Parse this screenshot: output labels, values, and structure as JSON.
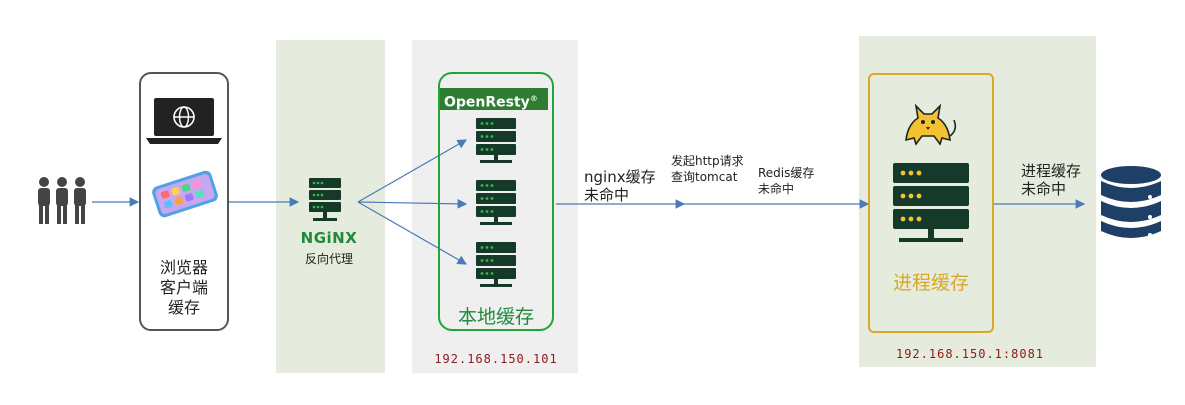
{
  "client": {
    "label_line1": "浏览器",
    "label_line2": "客户端",
    "label_line3": "缓存"
  },
  "nginx": {
    "logo_text": "NGiNX",
    "label": "反向代理"
  },
  "openresty": {
    "badge_text": "OpenResty",
    "label": "本地缓存",
    "ip": "192.168.150.101"
  },
  "edges": {
    "nginx_miss_line1": "nginx缓存",
    "nginx_miss_line2": "未命中",
    "http_line1": "发起http请求",
    "http_line2": "查询tomcat",
    "redis_miss_line1": "Redis缓存",
    "redis_miss_line2": "未命中",
    "process_miss_line1": "进程缓存",
    "process_miss_line2": "未命中"
  },
  "tomcat": {
    "label": "进程缓存",
    "ip": "192.168.150.1:8081"
  },
  "colors": {
    "arrow": "#4a7ab8",
    "openresty_green": "#22a53a",
    "tomcat_gold": "#d8a826",
    "server_dark": "#153a2a",
    "db_navy": "#1e3f66"
  }
}
